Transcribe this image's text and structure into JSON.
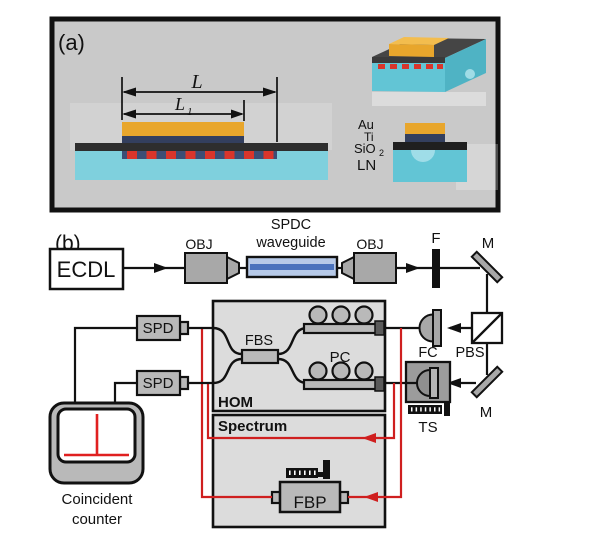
{
  "figure": {
    "panel_a": {
      "label": "(a)",
      "dim_L": "L",
      "dim_L1_base": "L",
      "dim_L1_sub": "1",
      "layers": {
        "au": "Au",
        "ti": "Ti",
        "sio2_base": "SiO",
        "sio2_sub": "2",
        "ln": "LN"
      }
    },
    "panel_b": {
      "label": "(b)",
      "ecdl": "ECDL",
      "obj_left": "OBJ",
      "obj_right": "OBJ",
      "spdc_line1": "SPDC",
      "spdc_line2": "waveguide",
      "filter": "F",
      "mirror_top": "M",
      "mirror_bottom": "M",
      "pbs": "PBS",
      "fc": "FC",
      "ts": "TS",
      "fbs": "FBS",
      "pc": "PC",
      "hom": "HOM",
      "spectrum": "Spectrum",
      "fbp": "FBP",
      "spd_top": "SPD",
      "spd_bottom": "SPD",
      "counter_line1": "Coincident",
      "counter_line2": "counter"
    }
  },
  "colors": {
    "panel_bg": "#c9c9c9",
    "au": "#e8a62c",
    "au_top": "#f3bd4e",
    "ti": "#333f5e",
    "sio2": "#2e2e2e",
    "ln": "#7fd0dd",
    "ln_3d_front": "#62c5d5",
    "ln_3d_side": "#4fb3c4",
    "ln_3d_top_layer": "#454545",
    "poling_red": "#d9352b",
    "poling_navy": "#3c4e76",
    "label_au": "#dd9c22",
    "label_ti": "#2b2b2b",
    "label_ln": "#4f9fd4",
    "waveguide_fill": "#b6c9e8",
    "waveguide_core": "#4a72bd",
    "red_line": "#cf1f1f",
    "trace_red": "#e02020"
  }
}
